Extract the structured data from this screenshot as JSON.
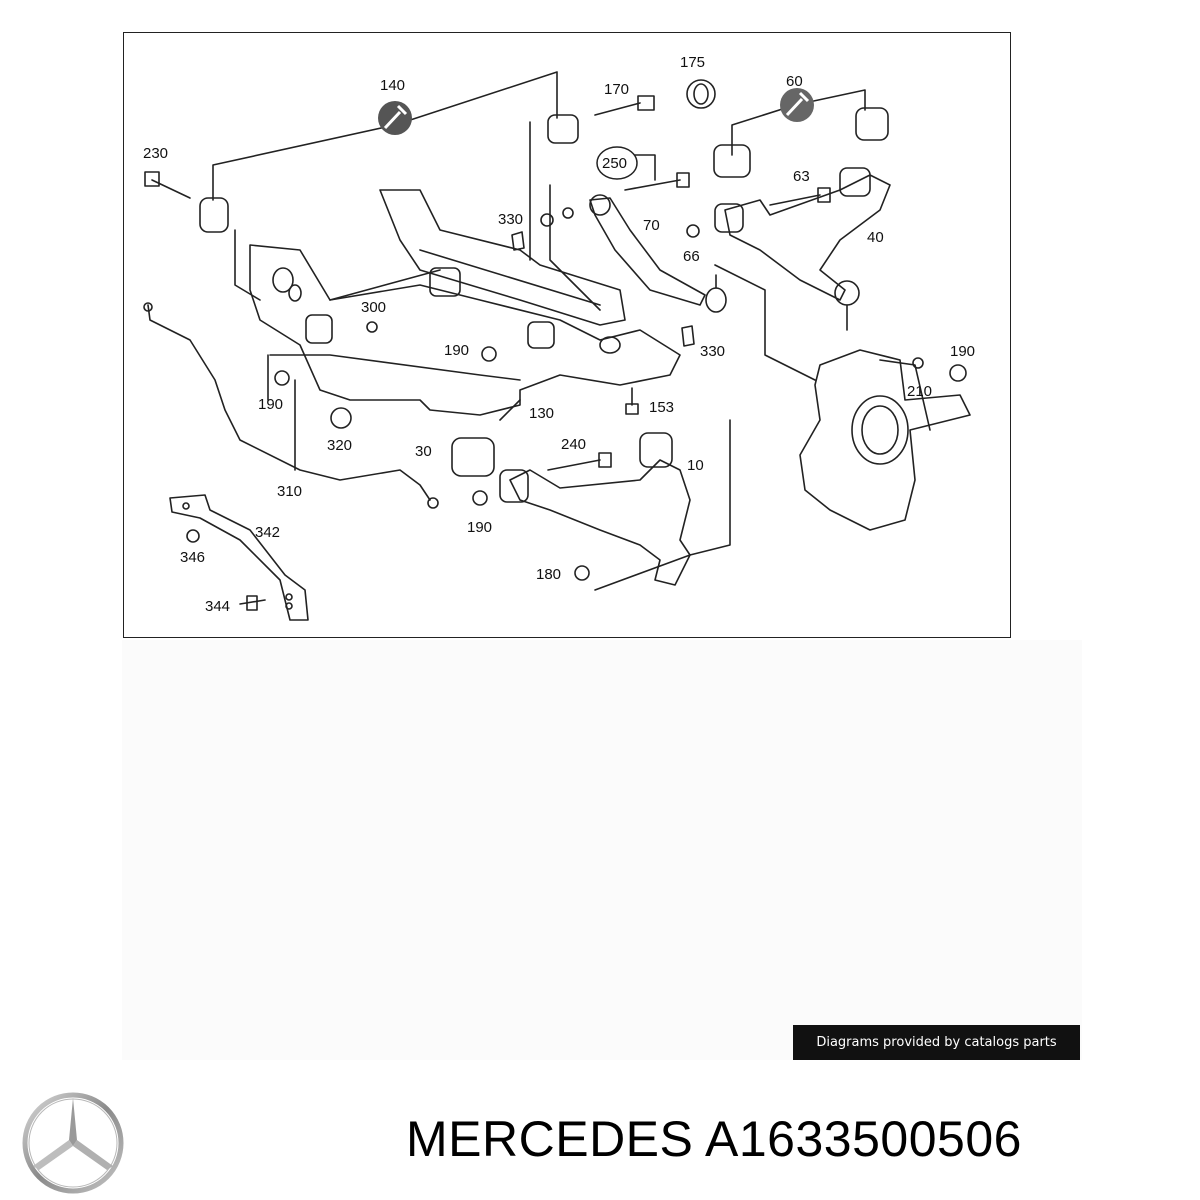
{
  "diagram": {
    "part_numbers": [
      "140",
      "170",
      "175",
      "60",
      "230",
      "250",
      "63",
      "330",
      "70",
      "66",
      "40",
      "300",
      "190",
      "330",
      "190",
      "210",
      "190",
      "130",
      "153",
      "320",
      "30",
      "240",
      "10",
      "310",
      "342",
      "346",
      "190",
      "180",
      "344"
    ]
  },
  "credit": "Diagrams provided by catalogs parts",
  "product": {
    "brand": "MERCEDES",
    "part_number": "A1633500506"
  },
  "colors": {
    "line": "#222222",
    "credit_bg": "#111111",
    "credit_text": "#ffffff"
  },
  "icons": [
    "wrench-icon",
    "mercedes-star-logo"
  ]
}
